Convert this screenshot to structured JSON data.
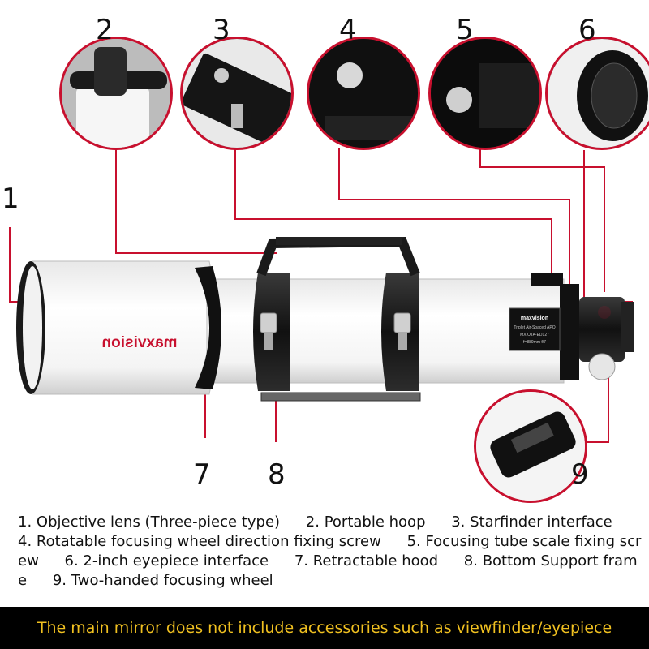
{
  "callouts": [
    {
      "number": "1"
    },
    {
      "number": "2"
    },
    {
      "number": "3"
    },
    {
      "number": "4"
    },
    {
      "number": "5"
    },
    {
      "number": "6"
    },
    {
      "number": "7"
    },
    {
      "number": "8"
    },
    {
      "number": "9"
    }
  ],
  "brand": {
    "logo_text": "maxvision",
    "label_brand": "maxvision",
    "label_lines": [
      "Triplet Air-Spaced APO",
      "MX OTA-ED127",
      "f=889mm  f/7"
    ]
  },
  "legend": [
    "1. Objective lens (Three-piece type)",
    "2. Portable hoop",
    "3. Starfinder interface",
    "4. Rotatable focusing wheel direction fixing screw",
    "5. Focusing tube scale fixing screw",
    "6. 2-inch eyepiece interface",
    "7. Retractable hood",
    "8. Bottom Support frame",
    "9. Two-handed focusing wheel"
  ],
  "banner": {
    "text": "The main mirror does not include accessories such as viewfinder/eyepiece"
  },
  "colors": {
    "callout_line": "#c8102e",
    "banner_bg": "#000000",
    "banner_text": "#f0c020",
    "tube": "#ffffff",
    "hardware": "#1a1a1a"
  }
}
